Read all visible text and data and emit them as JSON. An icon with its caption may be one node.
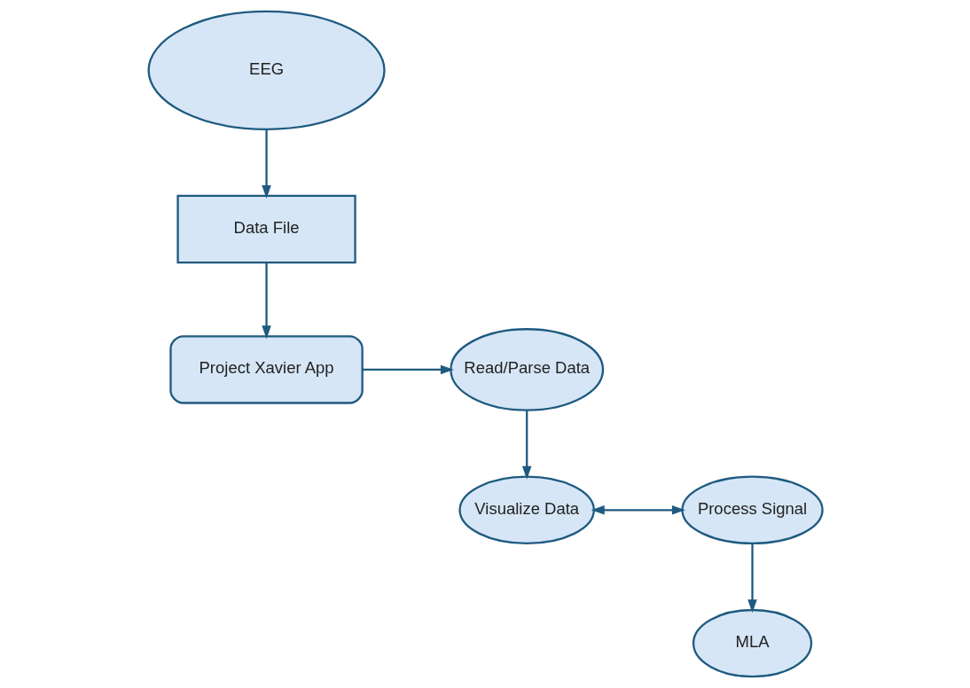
{
  "diagram": {
    "nodes": [
      {
        "text": [
          "EEG"
        ]
      },
      {
        "text": [
          "Data File"
        ]
      },
      {
        "text": [
          "Project Xavier App"
        ]
      },
      {
        "text": [
          "Read/Parse Data"
        ]
      },
      {
        "text": [
          "Visualize Data"
        ]
      },
      {
        "text": [
          "Process Signal"
        ]
      },
      {
        "text": [
          "MLA"
        ]
      }
    ],
    "edges": [
      {
        "from": 0,
        "to": 1,
        "arrow": "to"
      },
      {
        "from": 1,
        "to": 2,
        "arrow": "to"
      },
      {
        "from": 2,
        "to": 3,
        "arrow": "to"
      },
      {
        "from": 3,
        "to": 4,
        "arrow": "to"
      },
      {
        "from": 4,
        "to": 5,
        "arrow": "both"
      },
      {
        "from": 5,
        "to": 6,
        "arrow": "to"
      }
    ]
  }
}
